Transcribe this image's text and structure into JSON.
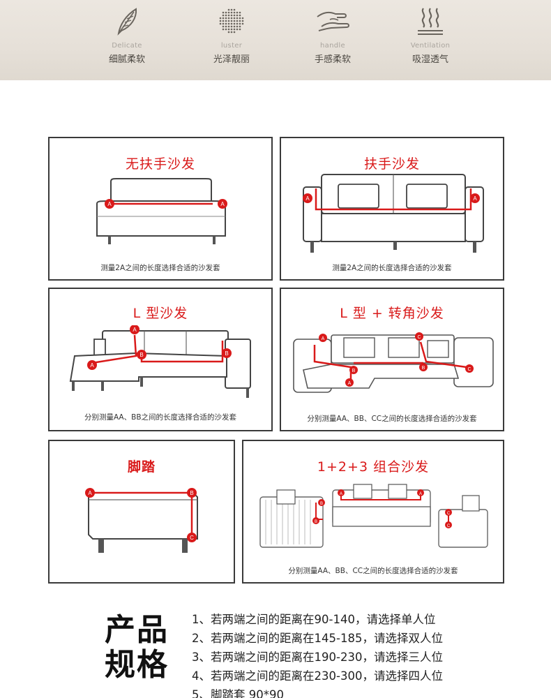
{
  "features": [
    {
      "en": "Delicate",
      "zh": "细腻柔软",
      "icon": "feather-icon"
    },
    {
      "en": "luster",
      "zh": "光泽靓丽",
      "icon": "dot-grid-icon"
    },
    {
      "en": "handle",
      "zh": "手感柔软",
      "icon": "hands-icon"
    },
    {
      "en": "Ventilation",
      "zh": "吸湿透气",
      "icon": "steam-icon"
    }
  ],
  "panels": {
    "armless": {
      "title": "无扶手沙发",
      "caption": "测量2A之间的长度选择合适的沙发套"
    },
    "armrest": {
      "title": "扶手沙发",
      "caption": "测量2A之间的长度选择合适的沙发套"
    },
    "l_shape": {
      "title": "L 型沙发",
      "caption": "分别测量AA、BB之间的长度选择合适的沙发套"
    },
    "l_corner": {
      "title": "L 型 + 转角沙发",
      "caption": "分别测量AA、BB、CC之间的长度选择合适的沙发套"
    },
    "ottoman": {
      "title": "脚踏",
      "caption": ""
    },
    "combo": {
      "title": "1+2+3 组合沙发",
      "caption": "分别测量AA、BB、CC之间的长度选择合适的沙发套"
    }
  },
  "markers": {
    "a": "A",
    "b": "B",
    "c": "C"
  },
  "spec": {
    "title_line1": "产品",
    "title_line2": "规格",
    "items": [
      "1、若两端之间的距离在90-140，请选择单人位",
      "2、若两端之间的距离在145-185，请选择双人位",
      "3、若两端之间的距离在190-230，请选择三人位",
      "4、若两端之间的距离在230-300，请选择四人位",
      "5、脚踏套 90*90"
    ]
  },
  "colors": {
    "accent": "#d91a1a",
    "border": "#3a3a3a",
    "band": "#e6e0d8"
  }
}
